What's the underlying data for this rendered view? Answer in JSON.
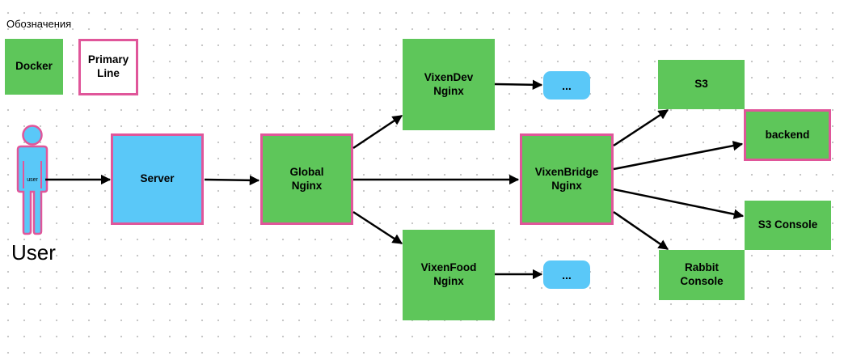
{
  "legend": {
    "title": "Обозначения",
    "docker_label": "Docker",
    "primary_label": "Primary\nLine"
  },
  "user": {
    "figure_label": "user",
    "caption": "User"
  },
  "nodes": {
    "server": "Server",
    "global_nginx": "Global\nNginx",
    "vixendev_nginx": "VixenDev\nNginx",
    "vixenfood_nginx": "VixenFood\nNginx",
    "vixenbridge_nginx": "VixenBridge\nNginx",
    "s3": "S3",
    "backend": "backend",
    "s3_console": "S3 Console",
    "rabbit_console": "Rabbit\nConsole",
    "more_top": "...",
    "more_bottom": "..."
  },
  "colors": {
    "docker": "#5ec65a",
    "primary_line": "#e0569a",
    "server_blue": "#5ac8f8",
    "arrow": "#000000"
  }
}
